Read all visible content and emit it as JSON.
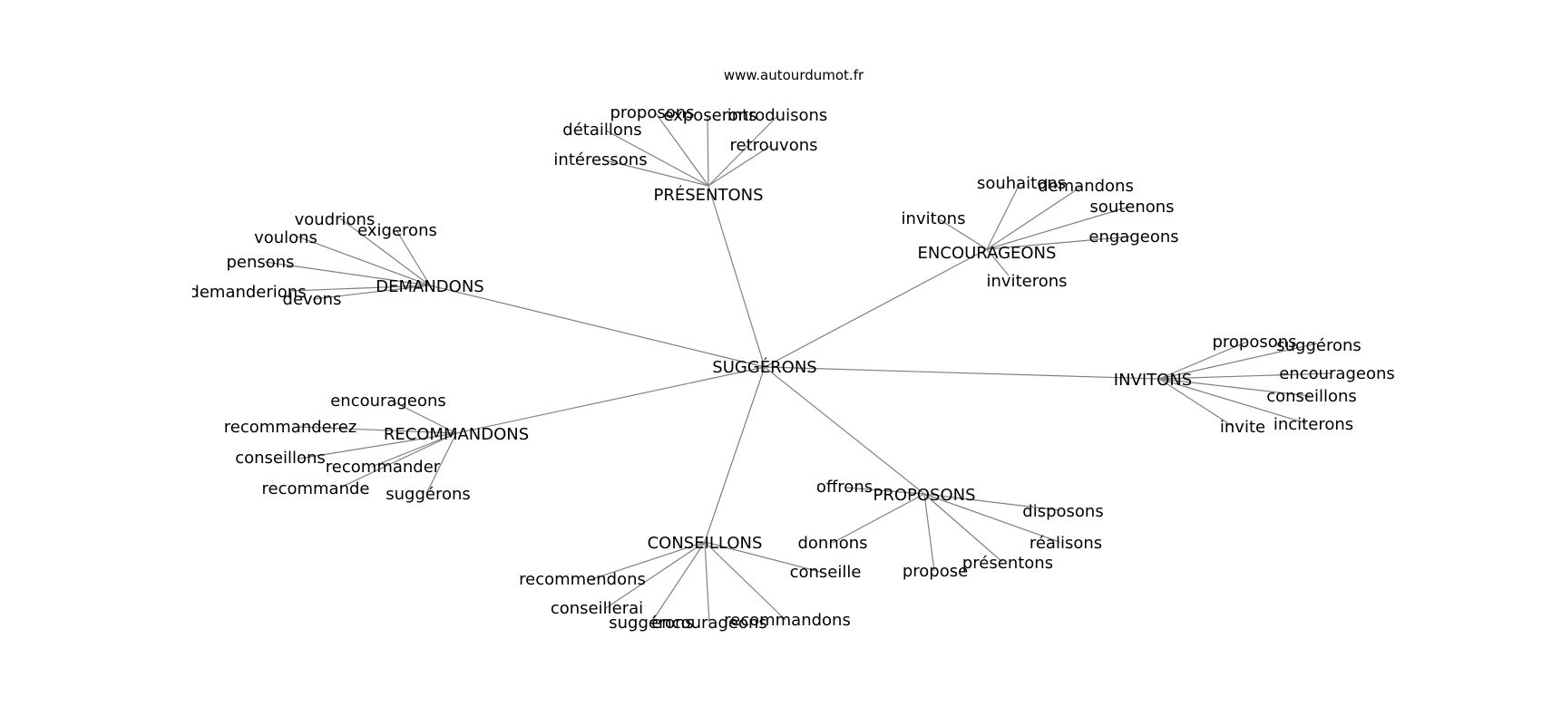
{
  "watermark": "www.autourdumot.fr",
  "graph": {
    "center": "SUGGÉRONS",
    "hubs": [
      {
        "label": "PRÉSENTONS",
        "leaves": [
          "proposons",
          "exposerons",
          "introduisons",
          "détaillons",
          "intéressons",
          "retrouvons"
        ]
      },
      {
        "label": "ENCOURAGEONS",
        "leaves": [
          "souhaitons",
          "demandons",
          "soutenons",
          "invitons",
          "engageons",
          "inviterons"
        ]
      },
      {
        "label": "DEMANDONS",
        "leaves": [
          "voudrions",
          "exigerons",
          "voulons",
          "pensons",
          "demanderions",
          "devons"
        ]
      },
      {
        "label": "INVITONS",
        "leaves": [
          "proposons",
          "suggérons",
          "encourageons",
          "conseillons",
          "invite",
          "inciterons"
        ]
      },
      {
        "label": "RECOMMANDONS",
        "leaves": [
          "encourageons",
          "recommanderez",
          "conseillons",
          "recommander",
          "recommande",
          "suggérons"
        ]
      },
      {
        "label": "PROPOSONS",
        "leaves": [
          "offrons",
          "disposons",
          "donnons",
          "réalisons",
          "présentons",
          "propose"
        ]
      },
      {
        "label": "CONSEILLONS",
        "leaves": [
          "recommendons",
          "conseille",
          "conseillerai",
          "suggérons",
          "encourageons",
          "recommandons"
        ]
      }
    ]
  }
}
